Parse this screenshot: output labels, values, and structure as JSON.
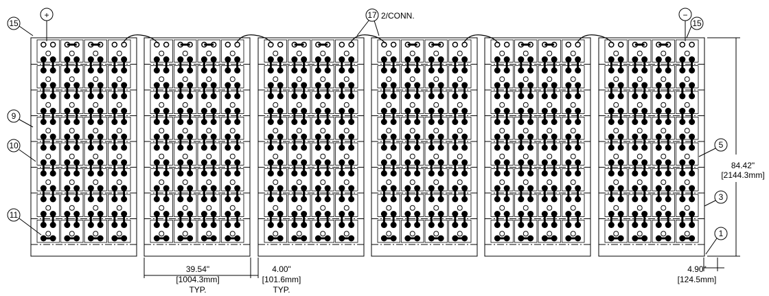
{
  "drawing": {
    "rack_count": 6,
    "rows_per_rack": 8,
    "cells_per_row": 4,
    "polarity": {
      "positive": "+",
      "negative": "−"
    },
    "callouts": {
      "c15": "15",
      "c17": "17",
      "c9": "9",
      "c10": "10",
      "c11": "11",
      "c5": "5",
      "c3": "3",
      "c1": "1"
    },
    "connector_note": "2/CONN.",
    "dimensions": {
      "rack_width_in": "39.54\"",
      "rack_width_mm": "[1004.3mm]",
      "rack_width_typ": "TYP.",
      "gap_in": "4.00\"",
      "gap_mm": "[101.6mm]",
      "gap_typ": "TYP.",
      "height_in": "84.42\"",
      "height_mm": "[2144.3mm]",
      "depth_in": "4.90\"",
      "depth_mm": "[124.5mm]"
    }
  }
}
